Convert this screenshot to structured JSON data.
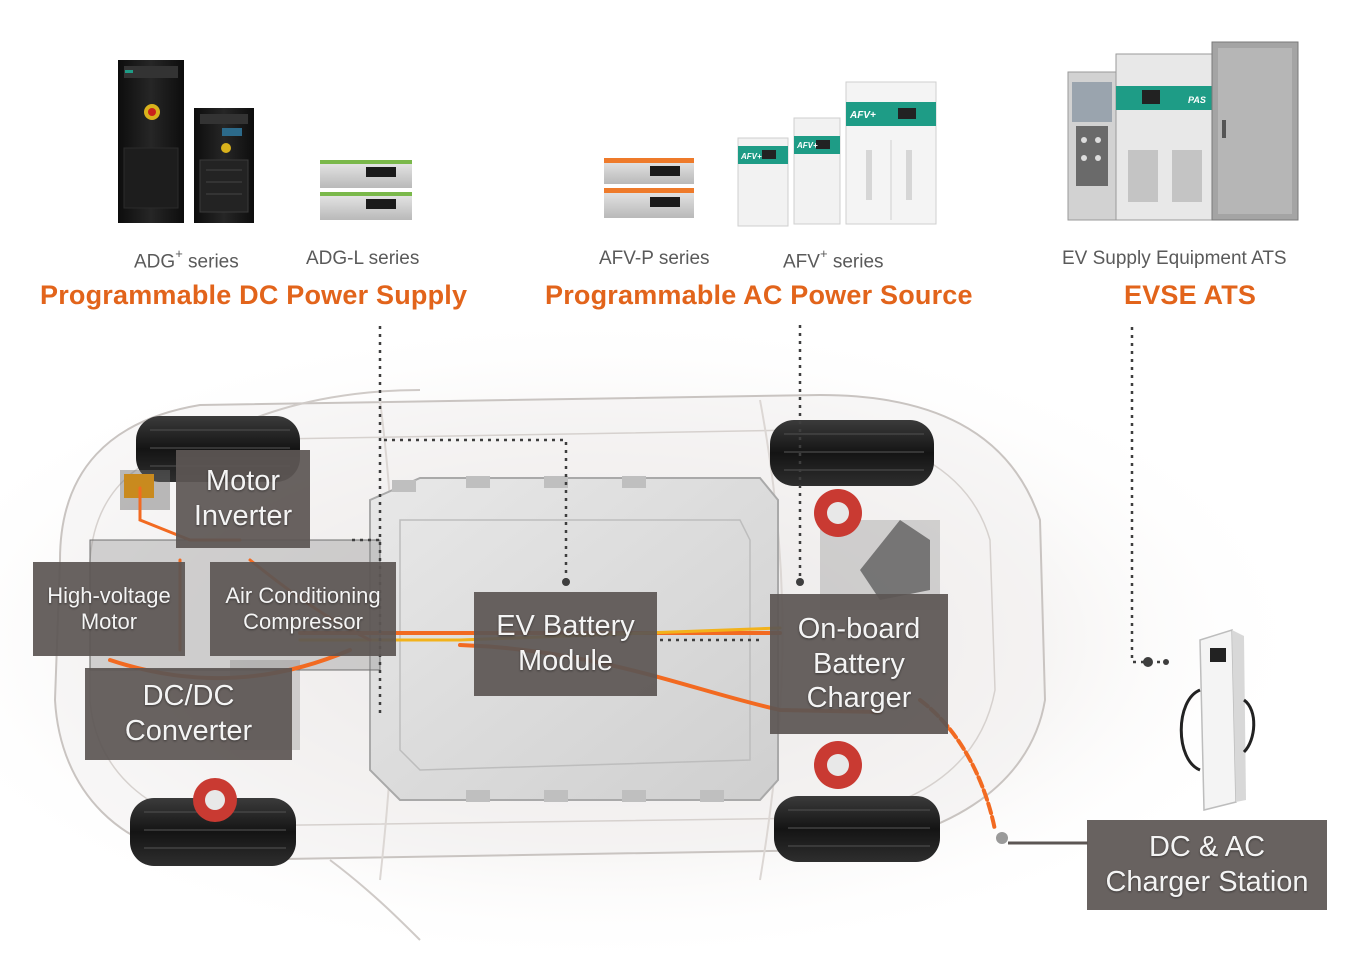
{
  "products": {
    "adg_plus": {
      "name": "ADG",
      "sup": "+",
      "suffix": " series"
    },
    "adg_l": {
      "name": "ADG-L series"
    },
    "afv_p": {
      "name": "AFV-P series"
    },
    "afv_plus": {
      "name": "AFV",
      "sup": "+",
      "suffix": " series"
    },
    "evse_equipment": {
      "name": "EV Supply Equipment ATS"
    }
  },
  "categories": {
    "dc": "Programmable DC Power Supply",
    "ac": "Programmable AC Power Source",
    "evse": "EVSE ATS"
  },
  "components": {
    "motor_inverter": "Motor\nInverter",
    "high_voltage_motor": "High-voltage\nMotor",
    "air_conditioning": "Air Conditioning\nCompressor",
    "dcdc": "DC/DC\nConverter",
    "battery": "EV Battery\nModule",
    "charger": "On-board\nBattery\nCharger",
    "station": "DC & AC\nCharger Station"
  },
  "device_badges": {
    "afv_small": "AFV+",
    "afv_mid": "AFV+",
    "afv_big": "AFV+",
    "pas": "PAS"
  },
  "colors": {
    "accent": "#e2641b",
    "label_box": "#5c5654",
    "cable": "#f26a21",
    "cable_yellow": "#f2b21b",
    "device_green": "#1e9c86",
    "device_black": "#151515"
  }
}
